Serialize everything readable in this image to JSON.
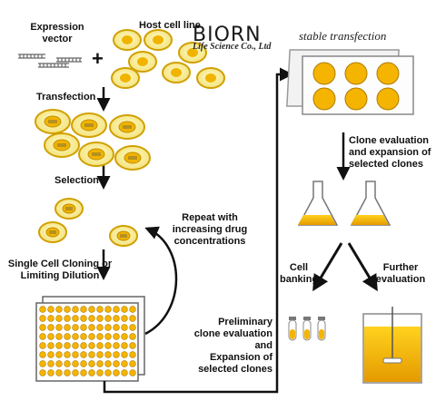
{
  "logo": {
    "brand": "BIORN",
    "tagline": "Life Science Co., Ltd"
  },
  "labels": {
    "expression_vector": [
      "Expression",
      "vector"
    ],
    "host_cell_line": "Host cell line",
    "transfection": "Transfection",
    "selection": "Selection",
    "repeat": [
      "Repeat with",
      "increasing drug",
      "concentrations"
    ],
    "single_cell": [
      "Single Cell Cloning or",
      "Limiting Dilution"
    ],
    "preliminary": [
      "Preliminary",
      "clone evaluation",
      "and",
      "Expansion of",
      "selected clones"
    ],
    "stable_transfection": "stable transfection",
    "clone_eval": [
      "Clone evaluation",
      "and expansion of",
      "selected clones"
    ],
    "cell_banking": [
      "Cell",
      "banking"
    ],
    "further_eval": [
      "Further",
      "evaluation"
    ],
    "plus": "+"
  },
  "colors": {
    "cell_fill": "#f7ec9a",
    "cell_border": "#d1a000",
    "nucleus": "#f0b400",
    "medium": "#f4b400",
    "arrow": "#111111"
  }
}
